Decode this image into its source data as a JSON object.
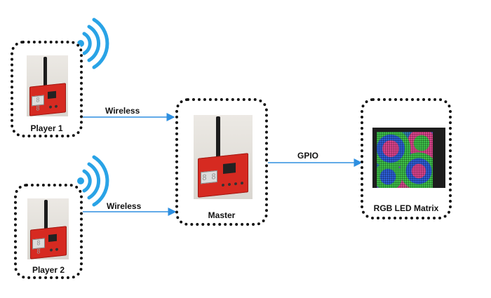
{
  "nodes": {
    "player1": {
      "label": "Player 1"
    },
    "player2": {
      "label": "Player 2"
    },
    "master": {
      "label": "Master"
    },
    "led": {
      "label": "RGB LED Matrix"
    }
  },
  "edges": {
    "p1_master": {
      "label": "Wireless"
    },
    "p2_master": {
      "label": "Wireless"
    },
    "master_led": {
      "label": "GPIO"
    }
  },
  "colors": {
    "wifi": "#29a3e6",
    "arrow": "#2e8fe0",
    "border": "#111111"
  },
  "icons": [
    "wifi-icon",
    "fpga-board-image",
    "led-matrix-image"
  ]
}
